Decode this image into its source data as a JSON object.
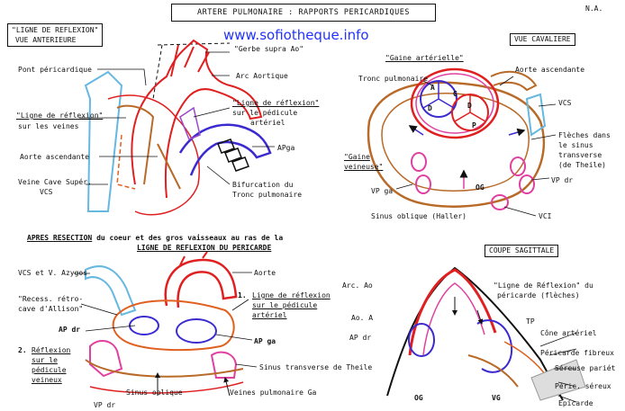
{
  "title": "ARTERE PULMONAIRE : RAPPORTS PERICARDIQUES",
  "author": "N.A.",
  "watermark": "www.sofiotheque.info",
  "colors": {
    "aorta": "#e02020",
    "pulmonary": "#3a2ad0",
    "pericardium": "#b86a28",
    "vein": "#66b8e0",
    "reflexion": "#e040a0",
    "ink": "#111111"
  },
  "panel1": {
    "heading_line1": "\"LIGNE DE REFLEXION\"",
    "heading_line2": "VUE ANTERIEURE",
    "labels": {
      "gerbe": "\"Gerbe supra Ao\"",
      "arc_aortique": "Arc Aortique",
      "pont": "Pont péricardique",
      "ligne_pedicule_1": "\"Ligne de réflexion\"",
      "ligne_pedicule_2": "sur le pédicule",
      "ligne_pedicule_3": "artériel",
      "ligne_veines_1": "\"Ligne de réflexion\"",
      "ligne_veines_2": "sur les veines",
      "apga": "APga",
      "aorte_asc": "Aorte ascendante",
      "vcs_1": "Veine Cave Supér.",
      "vcs_2": "VCS",
      "bifurcation_1": "Bifurcation du",
      "bifurcation_2": "Tronc pulmonaire"
    }
  },
  "panel2": {
    "heading": "VUE CAVALIERE",
    "labels": {
      "gaine_art": "\"Gaine artérielle\"",
      "tronc_pulm": "Tronc pulmonaire",
      "aorte_asc": "Aorte ascendante",
      "vcs": "VCS",
      "fleches_1": "Flèches dans",
      "fleches_2": "le sinus",
      "fleches_3": "transverse",
      "fleches_4": "(de Theile)",
      "gaine_vein_1": "\"Gaine",
      "gaine_vein_2": "veineuse\"",
      "vp_ga": "VP ga",
      "vp_dr": "VP dr",
      "og": "OG",
      "sinus_oblique": "Sinus oblique (Haller)",
      "vci": "VCI",
      "valve_a": "A",
      "valve_g": "G",
      "valve_d": "D",
      "valve_p": "P"
    }
  },
  "panel3": {
    "heading_1": "APRES RESECTION",
    "heading_2": "du coeur et des gros vaisseaux au ras de la",
    "heading_3": "LIGNE DE REFLEXION DU PERICARDE",
    "labels": {
      "vcs_azygos": "VCS et V. Azygos",
      "aorte": "Aorte",
      "recess_1": "\"Recess. rétro-",
      "recess_2": "cave d'Allison\"",
      "num_1": "1.",
      "ligne_1": "Ligne de réflexion",
      "ligne_2": "sur le pédicule",
      "ligne_3": "artériel",
      "ap_dr": "AP dr",
      "ap_ga": "AP ga",
      "num_2": "2.",
      "refl_1": "Réflexion",
      "refl_2": "sur le",
      "refl_3": "pédicule",
      "refl_4": "veineux",
      "sinus_transverse": "Sinus transverse de Theile",
      "sinus_oblique": "Sinus oblique",
      "veines_pulm": "Veines pulmonaire Ga",
      "vp_dr": "VP dr"
    }
  },
  "panel4": {
    "heading": "COUPE SAGITTALE",
    "labels": {
      "arc_ao": "Arc. Ao",
      "ligne_1": "\"Ligne de Réflexion\" du",
      "ligne_2": "péricarde (flèches)",
      "ao_a": "Ao. A",
      "tp": "TP",
      "ap_dr": "AP dr",
      "cone": "Cône artériel",
      "peri_fibreux": "Péricarde fibreux",
      "sereuse_pariet": "Séreuse pariét",
      "peric_sereux": "Péric. séreux",
      "epicarde": "Epicarde",
      "og": "OG",
      "vg": "VG"
    }
  }
}
